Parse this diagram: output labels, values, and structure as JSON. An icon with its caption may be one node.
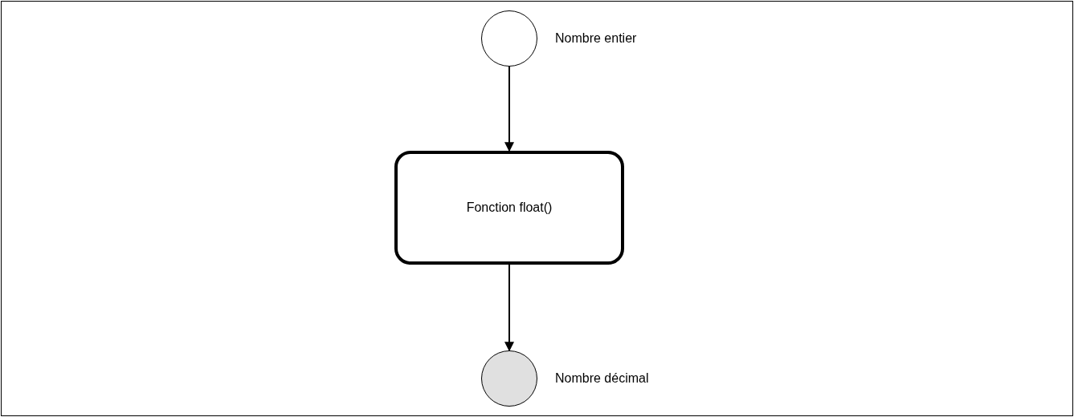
{
  "diagram": {
    "nodes": [
      {
        "text": [],
        "shape": "circle",
        "beside": [
          "Nombre entier"
        ]
      },
      {
        "text": [
          "Fonction float()"
        ]
      },
      {
        "text": [],
        "shape": "circle",
        "beside": [
          "Nombre décimal"
        ]
      }
    ],
    "edges": [
      {
        "from": 0,
        "to": 1,
        "arrow": "to"
      },
      {
        "from": 1,
        "to": 2,
        "arrow": "to"
      }
    ]
  }
}
